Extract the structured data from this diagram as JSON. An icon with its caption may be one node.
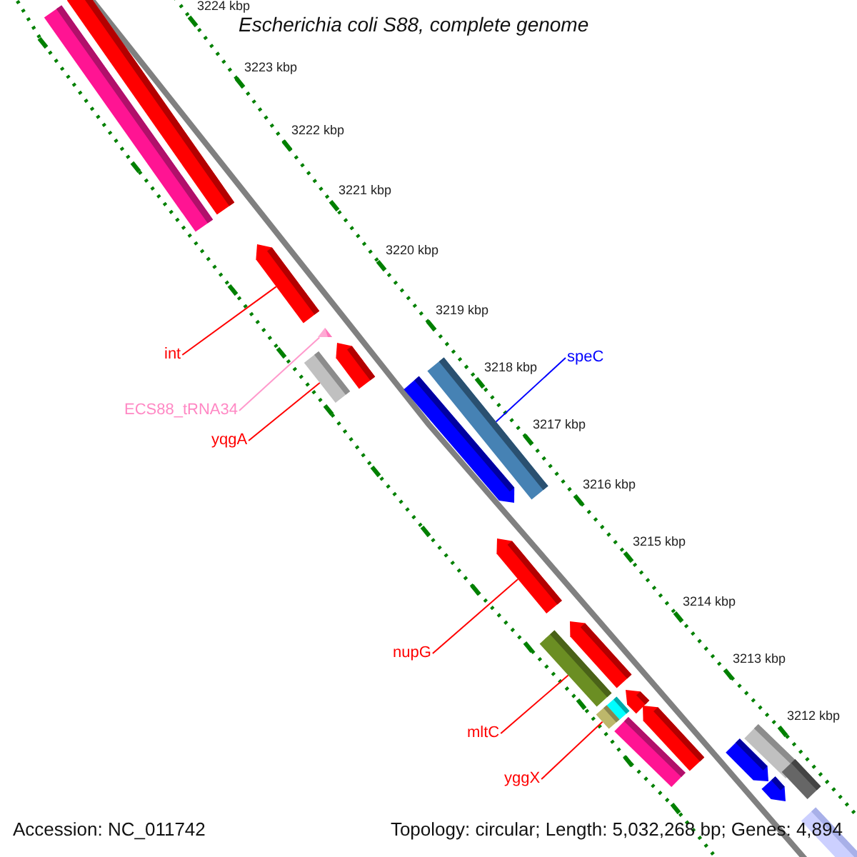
{
  "diagram": {
    "title": "Escherichia coli S88, complete genome",
    "nodes": [
      {
        "text": [
          "int"
        ]
      },
      {
        "text": [
          "ECS88_tRNA34"
        ]
      },
      {
        "text": [
          "yqgA"
        ]
      },
      {
        "text": [
          "speC"
        ]
      },
      {
        "text": [
          "nupG"
        ]
      },
      {
        "text": [
          "mltC"
        ]
      },
      {
        "text": [
          "yggX"
        ]
      },
      {
        "text": [],
        "shape": "bar"
      },
      {
        "text": [],
        "shape": "bar"
      },
      {
        "text": [],
        "shape": "pentagon"
      },
      {
        "text": [],
        "shape": "triangle"
      },
      {
        "text": [],
        "shape": "pentagon"
      },
      {
        "text": [],
        "shape": "bar"
      },
      {
        "text": [],
        "shape": "pentagon"
      },
      {
        "text": [],
        "shape": "bar"
      },
      {
        "text": [],
        "shape": "pentagon"
      },
      {
        "text": [],
        "shape": "pentagon"
      },
      {
        "text": [],
        "shape": "bar"
      },
      {
        "text": [],
        "shape": "pentagon"
      },
      {
        "text": [],
        "shape": "bar"
      },
      {
        "text": [],
        "shape": "bar"
      },
      {
        "text": [],
        "shape": "pentagon"
      },
      {
        "text": [],
        "shape": "bar"
      },
      {
        "text": [],
        "shape": "pentagon"
      },
      {
        "text": [],
        "shape": "bar"
      },
      {
        "text": [],
        "shape": "bar"
      },
      {
        "text": [],
        "shape": "pentagon"
      },
      {
        "text": [],
        "shape": "bar"
      }
    ],
    "edges": [
      {
        "from": 0,
        "to": 9,
        "arrow": "none"
      },
      {
        "from": 1,
        "to": 10,
        "arrow": "none",
        "color": "#ff99cc"
      },
      {
        "from": 2,
        "to": 12,
        "arrow": "none"
      },
      {
        "from": 3,
        "to": 14,
        "arrow": "none",
        "color": "#0000ff"
      },
      {
        "from": 4,
        "to": 15,
        "arrow": "none"
      },
      {
        "from": 5,
        "to": 17,
        "arrow": "none"
      },
      {
        "from": 6,
        "to": 20,
        "arrow": "none"
      }
    ],
    "labels": [
      "3224 kbp",
      "3223 kbp",
      "3222 kbp",
      "3221 kbp",
      "3220 kbp",
      "3219 kbp",
      "3218 kbp",
      "3217 kbp",
      "3216 kbp",
      "3215 kbp",
      "3214 kbp",
      "3213 kbp",
      "3212 kbp",
      "Accession: NC_011742",
      "Topology: circular; Length: 5,032,268 bp; Genes: 4,894"
    ]
  }
}
